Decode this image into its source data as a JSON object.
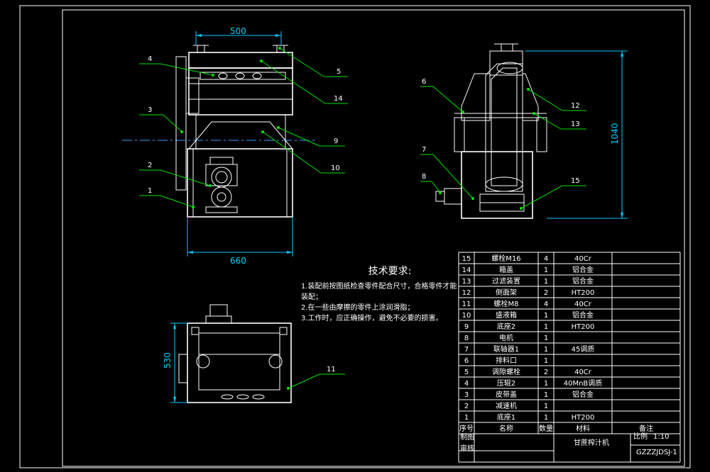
{
  "dimensions": {
    "top_width": "500",
    "bottom_width": "660",
    "height": "1040",
    "plan_depth": "530"
  },
  "callouts": {
    "c1": "1",
    "c2": "2",
    "c3": "3",
    "c4": "4",
    "c5": "5",
    "c6": "6",
    "c7": "7",
    "c8": "8",
    "c9": "9",
    "c10": "10",
    "c11": "11",
    "c12": "12",
    "c13": "13",
    "c14": "14",
    "c15": "15"
  },
  "technical_requirements": {
    "title": "技术要求:",
    "items": [
      "1.装配前按图纸检查零件配合尺寸，合格零件才能装配；",
      "2.在一些由摩擦的零件上涂润滑脂；",
      "3.工作时，应正确操作，避免不必要的损害。"
    ]
  },
  "parts_table": {
    "header": [
      "序号",
      "名称",
      "数量",
      "材料",
      "备注"
    ],
    "rows": [
      [
        "15",
        "螺栓M16",
        "4",
        "40Cr",
        ""
      ],
      [
        "14",
        "箱盖",
        "1",
        "铝合金",
        ""
      ],
      [
        "13",
        "过滤装置",
        "1",
        "铝合金",
        ""
      ],
      [
        "12",
        "侧面架",
        "2",
        "HT200",
        ""
      ],
      [
        "11",
        "螺栓M8",
        "4",
        "40Cr",
        ""
      ],
      [
        "10",
        "盛液箱",
        "1",
        "铝合金",
        ""
      ],
      [
        "9",
        "底座2",
        "1",
        "HT200",
        ""
      ],
      [
        "8",
        "电机",
        "1",
        "",
        ""
      ],
      [
        "7",
        "联轴器1",
        "1",
        "45调质",
        ""
      ],
      [
        "6",
        "排料口",
        "1",
        "",
        ""
      ],
      [
        "5",
        "调隙螺栓",
        "2",
        "40Cr",
        ""
      ],
      [
        "4",
        "压辊2",
        "1",
        "40MnB调质",
        ""
      ],
      [
        "3",
        "皮带盖",
        "1",
        "铝合金",
        ""
      ],
      [
        "2",
        "减速机",
        "1",
        "",
        ""
      ],
      [
        "1",
        "底座1",
        "1",
        "HT200",
        ""
      ]
    ]
  },
  "title_block": {
    "drawn_label": "制图",
    "checked_label": "审核",
    "product_name": "甘蔗榨汁机",
    "scale_label": "比例",
    "scale_value": "1:10",
    "drawing_number": "GZZZJDSJ-1"
  }
}
